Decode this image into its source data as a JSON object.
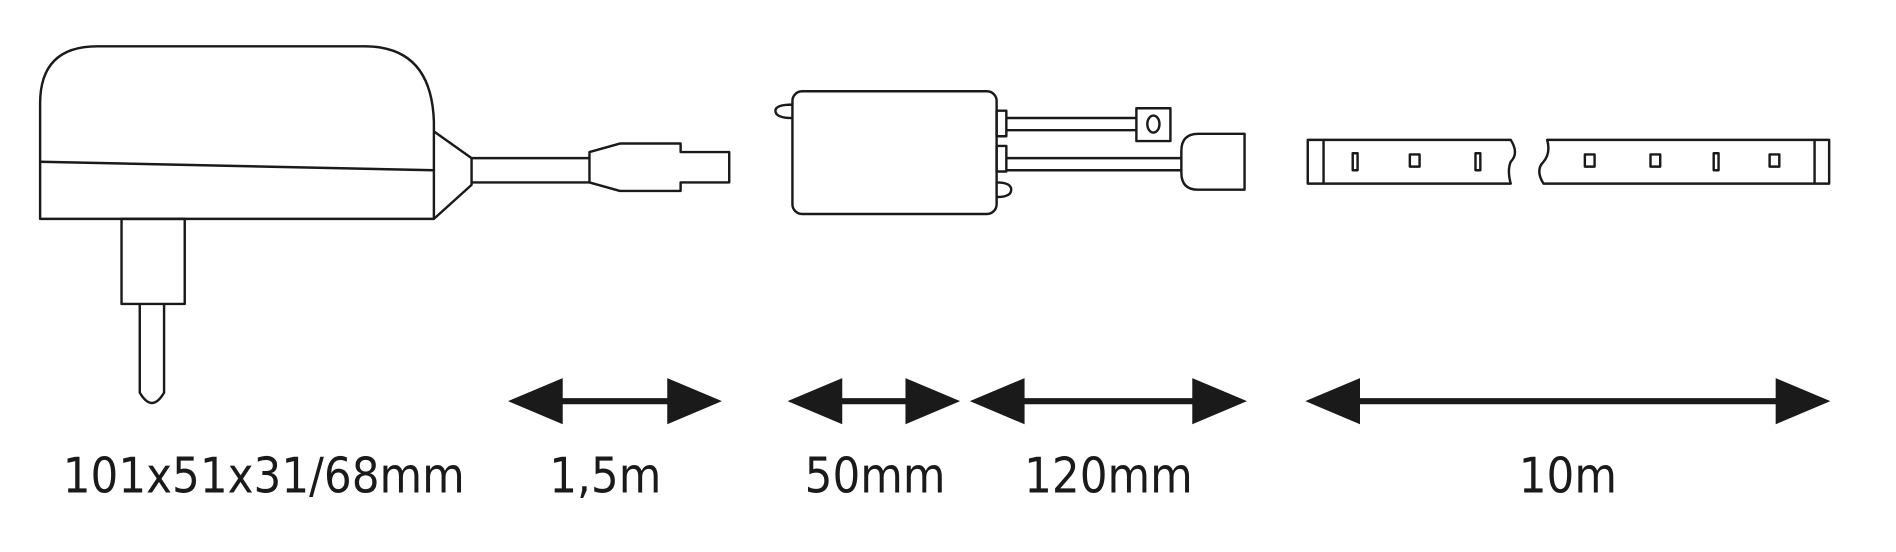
{
  "labels": {
    "adapter_size": "101x51x31/68mm",
    "adapter_cable": "1,5m",
    "controller_size": "50mm",
    "controller_cable": "120mm",
    "strip_length": "10m"
  },
  "colors": {
    "line": "#1a1a1a",
    "background": "#ffffff"
  }
}
